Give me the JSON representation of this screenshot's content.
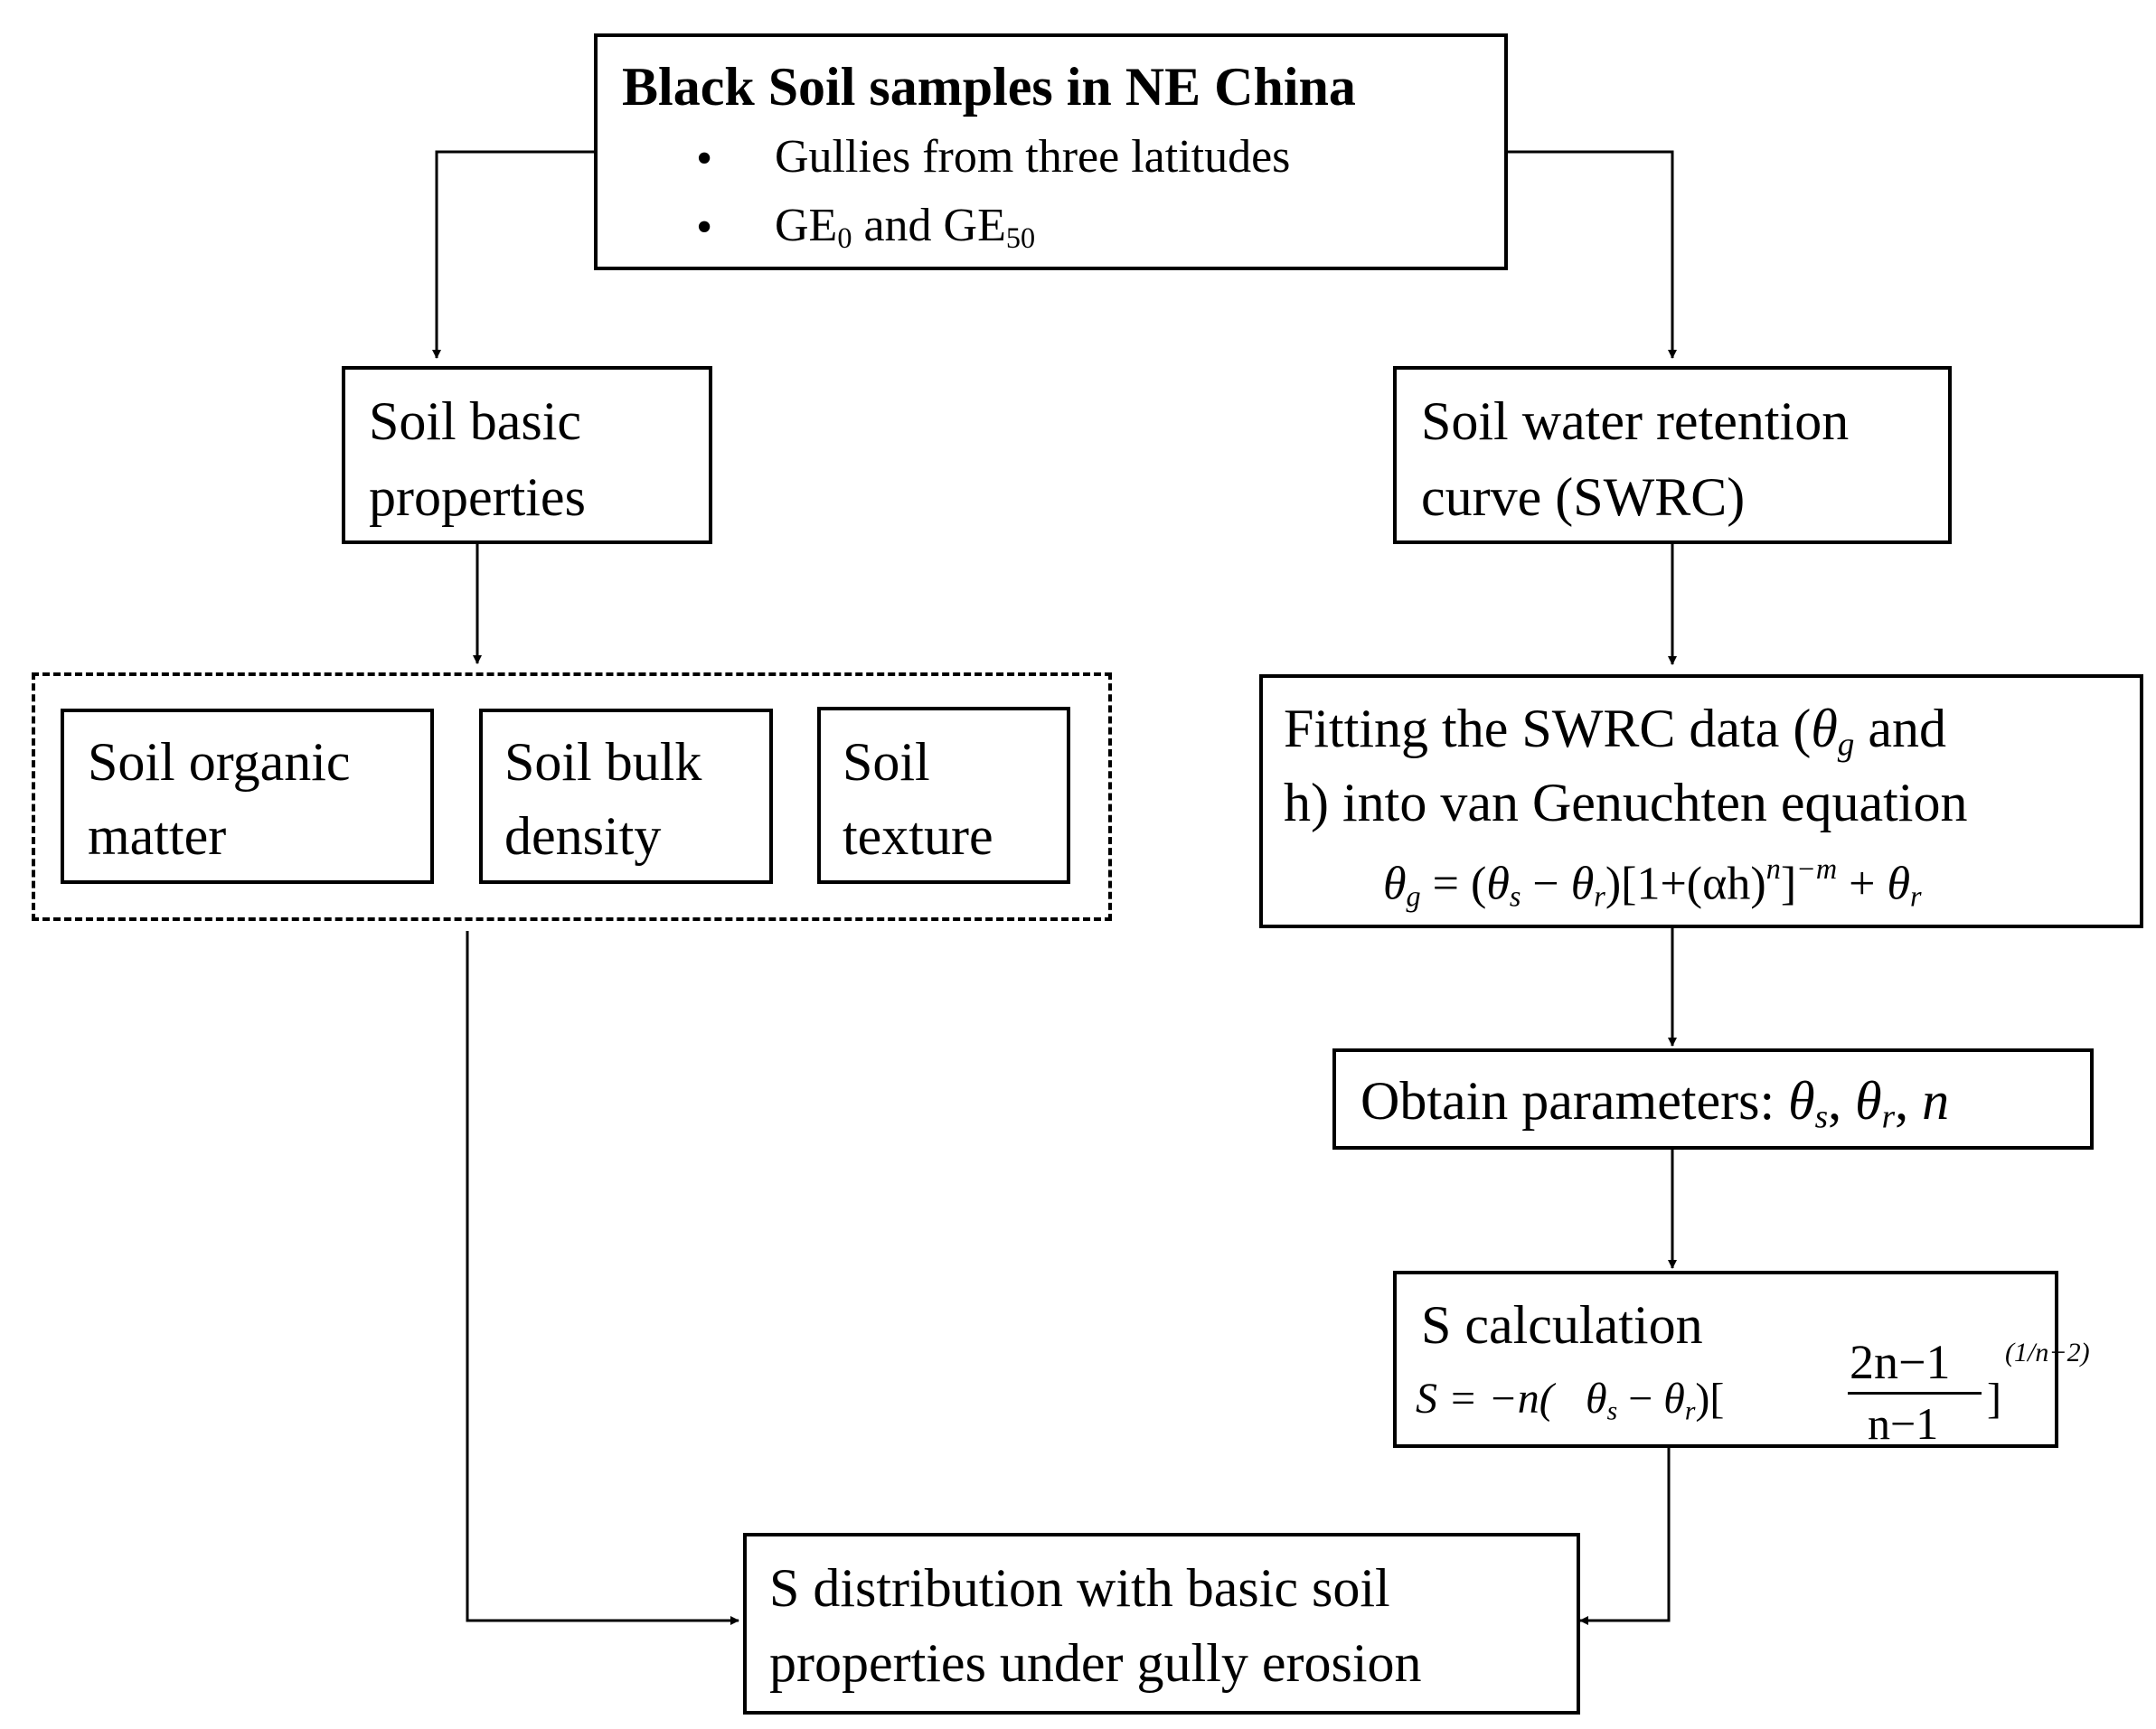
{
  "top": {
    "title": "Black Soil samples in NE China",
    "bullet_1": "Gullies from three latitudes",
    "bullet_2_prefix": "GE",
    "bullet_2_sub_a": "0",
    "bullet_2_mid": " and GE",
    "bullet_2_sub_b": "50",
    "bullet_symbol": "•"
  },
  "left": {
    "basic_line1": "Soil  basic",
    "basic_line2": "properties",
    "organic_line1": "Soil  organic",
    "organic_line2": "matter",
    "bulk_line1": "Soil  bulk",
    "bulk_line2": "density",
    "texture_line1": "Soil",
    "texture_line2": "texture"
  },
  "right": {
    "swrc_line1": "Soil  water retention",
    "swrc_line2": "curve (SWRC)",
    "fit_line1_a": "Fitting  the SWRC data (",
    "fit_line1_b": " and",
    "fit_line2": "h) into van Genuchten equation",
    "theta": "θ",
    "sub_g": "g",
    "sub_s": "s",
    "sub_r": "r",
    "vg_equation_rest_1": " = (",
    "vg_equation_rest_2": ")[1+(αh)",
    "vg_exp_n": "n",
    "vg_exp_m": "−m",
    "vg_plus": " + ",
    "params_label": "Obtain parameters: ",
    "params_sep": ", ",
    "params_n": "n",
    "s_calc_label": "S calculation",
    "s_eq_lhs": "S = −n(",
    "s_eq_mid": ")[",
    "frac_num": "2n−1",
    "frac_den": "n−1",
    "s_exp": "(1/n−2)"
  },
  "bottom": {
    "line1": "S distribution with basic soil",
    "line2": "properties under gully  erosion"
  }
}
